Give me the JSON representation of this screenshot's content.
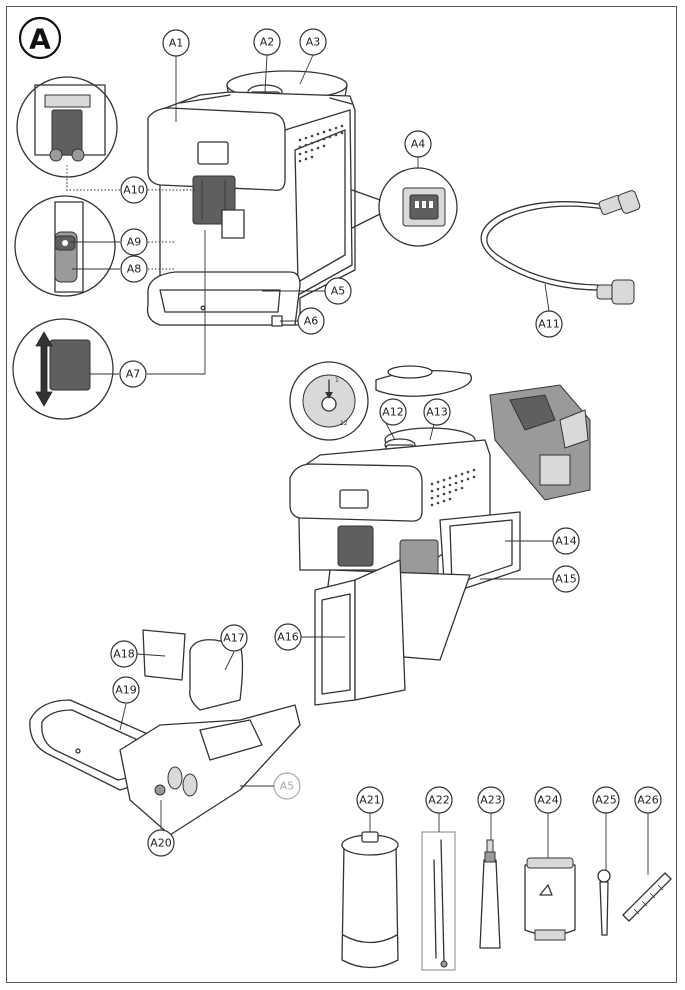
{
  "section_label": "A",
  "parts": [
    {
      "id": "A1",
      "label": "A1"
    },
    {
      "id": "A2",
      "label": "A2"
    },
    {
      "id": "A3",
      "label": "A3"
    },
    {
      "id": "A4",
      "label": "A4"
    },
    {
      "id": "A5",
      "label": "A5"
    },
    {
      "id": "A6",
      "label": "A6"
    },
    {
      "id": "A7",
      "label": "A7"
    },
    {
      "id": "A8",
      "label": "A8"
    },
    {
      "id": "A9",
      "label": "A9"
    },
    {
      "id": "A10",
      "label": "A10"
    },
    {
      "id": "A11",
      "label": "A11"
    },
    {
      "id": "A12",
      "label": "A12"
    },
    {
      "id": "A13",
      "label": "A13"
    },
    {
      "id": "A14",
      "label": "A14"
    },
    {
      "id": "A15",
      "label": "A15"
    },
    {
      "id": "A16",
      "label": "A16"
    },
    {
      "id": "A17",
      "label": "A17"
    },
    {
      "id": "A18",
      "label": "A18"
    },
    {
      "id": "A19",
      "label": "A19"
    },
    {
      "id": "A5_ref",
      "label": "A5"
    },
    {
      "id": "A20",
      "label": "A20"
    },
    {
      "id": "A21",
      "label": "A21"
    },
    {
      "id": "A22",
      "label": "A22"
    },
    {
      "id": "A23",
      "label": "A23"
    },
    {
      "id": "A24",
      "label": "A24"
    },
    {
      "id": "A25",
      "label": "A25"
    },
    {
      "id": "A26",
      "label": "A26"
    }
  ],
  "dial_marks": {
    "top": "1",
    "bottom": "12"
  }
}
